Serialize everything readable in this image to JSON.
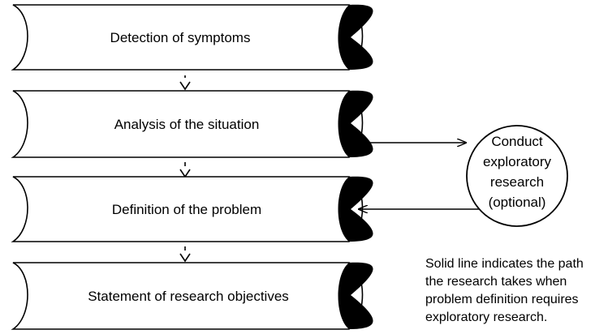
{
  "steps": [
    {
      "label": "Detection of symptoms"
    },
    {
      "label": "Analysis of the situation"
    },
    {
      "label": "Definition of the problem"
    },
    {
      "label": "Statement of research objectives"
    }
  ],
  "optional_step": {
    "lines": [
      "Conduct",
      "exploratory",
      "research",
      "(optional)"
    ]
  },
  "note": {
    "lines": [
      "Solid line indicates the path",
      "the research takes when",
      "problem definition requires",
      "exploratory research."
    ]
  },
  "colors": {
    "stroke": "#000000",
    "fill": "#ffffff",
    "scroll_shadow": "#000000"
  }
}
